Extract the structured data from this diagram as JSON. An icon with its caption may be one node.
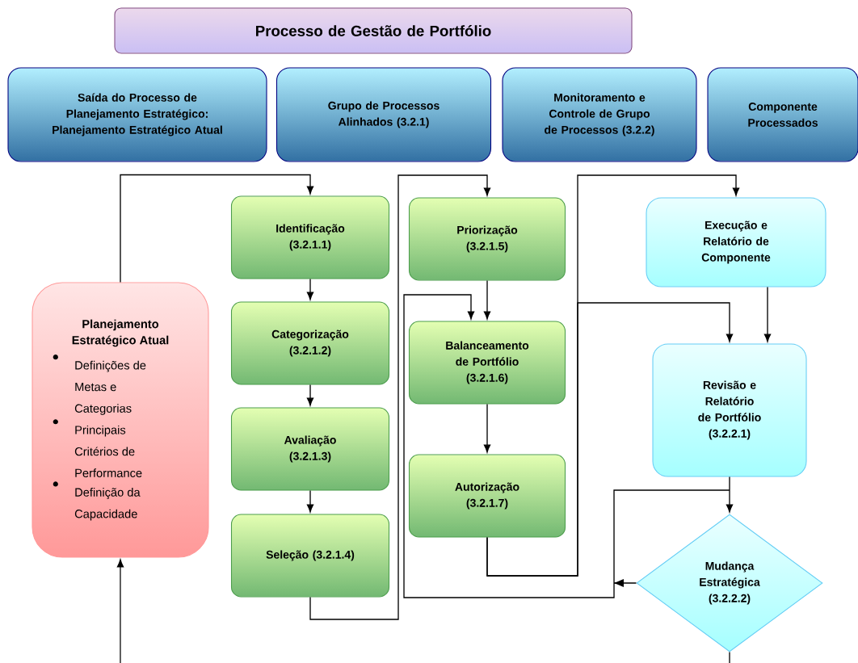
{
  "diagram": {
    "nodes": [
      {
        "text": [
          "Processo de Gestão de Portfólio"
        ]
      },
      {
        "text": [
          "Saída do Processo de Planejamento Estratégico: Planejamento Estratégico Atual"
        ]
      },
      {
        "text": [
          "Grupo de Processos Alinhados (3.2.1)"
        ]
      },
      {
        "text": [
          "Monitoramento e Controle de Grupo de Processos (3.2.2)"
        ]
      },
      {
        "text": [
          "Componente Processados"
        ]
      },
      {
        "text": [
          "Planejamento Estratégico Atual",
          "Definições de Metas e Categorias",
          "Principais Critérios de Performance",
          "Definição da Capacidade"
        ]
      },
      {
        "text": [
          "Identificação (3.2.1.1)"
        ]
      },
      {
        "text": [
          "Categorização (3.2.1.2)"
        ]
      },
      {
        "text": [
          "Avaliação (3.2.1.3)"
        ]
      },
      {
        "text": [
          "Seleção (3.2.1.4)"
        ]
      },
      {
        "text": [
          "Priorização (3.2.1.5)"
        ]
      },
      {
        "text": [
          "Balanceamento de Portfólio (3.2.1.6)"
        ]
      },
      {
        "text": [
          "Autorização (3.2.1.7)"
        ]
      },
      {
        "text": [
          "Execução e Relatório de Componente"
        ]
      },
      {
        "text": [
          "Revisão e Relatório de Portfólio (3.2.2.1)"
        ]
      },
      {
        "text": [
          "Mudança Estratégica (3.2.2.2)"
        ]
      }
    ],
    "edges": [
      {
        "from": 5,
        "to": 6,
        "arrow": "to"
      },
      {
        "from": 6,
        "to": 7,
        "arrow": "to"
      },
      {
        "from": 7,
        "to": 8,
        "arrow": "to"
      },
      {
        "from": 8,
        "to": 9,
        "arrow": "to"
      },
      {
        "from": 9,
        "to": 10,
        "arrow": "to"
      },
      {
        "from": 10,
        "to": 11,
        "arrow": "to"
      },
      {
        "from": 11,
        "to": 12,
        "arrow": "to"
      },
      {
        "from": 12,
        "to": 13,
        "arrow": "to"
      },
      {
        "from": 12,
        "to": 14,
        "arrow": "to"
      },
      {
        "from": 13,
        "to": 14,
        "arrow": "to"
      },
      {
        "from": 14,
        "to": 15,
        "arrow": "to"
      },
      {
        "from": 15,
        "to": 11,
        "arrow": "to"
      },
      {
        "from": 15,
        "to": null,
        "arrow": "none"
      },
      {
        "from": null,
        "to": 5,
        "arrow": "to"
      }
    ]
  }
}
